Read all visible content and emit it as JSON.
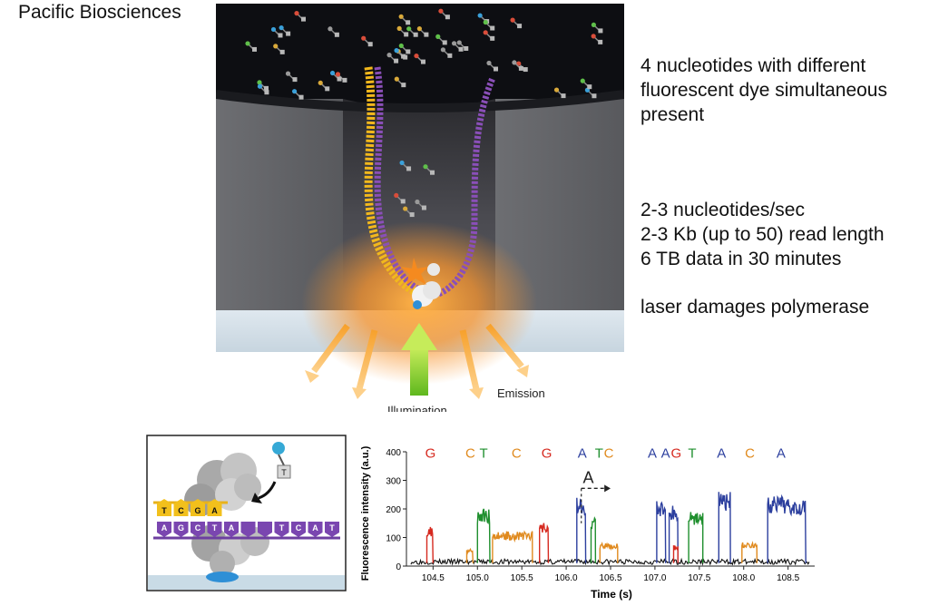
{
  "heading": "Pacific Biosciences",
  "notes": {
    "nucleotides": [
      "4 nucleotides with different",
      "fluorescent dye simultaneous",
      "present"
    ],
    "rates": [
      "2-3 nucleotides/sec",
      "2-3 Kb (up to 50) read length",
      "6 TB data in 30 minutes"
    ],
    "damage": "laser damages polymerase"
  },
  "diagram": {
    "emission_label": "Emission",
    "illumination_label": "Illumination"
  },
  "inset": {
    "template_letters": [
      "A",
      "G",
      "C",
      "T",
      "A",
      "",
      "",
      "T",
      "C",
      "A",
      "T"
    ],
    "primer_letters": [
      "T",
      "C",
      "G",
      "A"
    ],
    "incoming_letter": "T"
  },
  "chart_data": {
    "type": "line",
    "xlabel": "Time (s)",
    "ylabel": "Fluorescence intensity (a.u.)",
    "xlim": [
      104.2,
      108.8
    ],
    "ylim": [
      0,
      400
    ],
    "xticks": [
      "104.5",
      "105.0",
      "105.5",
      "106.0",
      "106.5",
      "107.0",
      "107.5",
      "108.0",
      "108.5"
    ],
    "xtick_values": [
      104.5,
      105.0,
      105.5,
      106.0,
      106.5,
      107.0,
      107.5,
      108.0,
      108.5
    ],
    "yticks": [
      "0",
      "100",
      "200",
      "300",
      "400"
    ],
    "ytick_values": [
      0,
      100,
      200,
      300,
      400
    ],
    "base_colors": {
      "A": "#2c3f9e",
      "C": "#e08a1e",
      "G": "#d62a20",
      "T": "#1f8f2e",
      "baseline": "#111111"
    },
    "base_calls": [
      {
        "base": "G",
        "x": 104.47
      },
      {
        "base": "C",
        "x": 104.92
      },
      {
        "base": "T",
        "x": 105.07
      },
      {
        "base": "C",
        "x": 105.44
      },
      {
        "base": "G",
        "x": 105.78
      },
      {
        "base": "A",
        "x": 106.18
      },
      {
        "base": "T",
        "x": 106.37
      },
      {
        "base": "C",
        "x": 106.48
      },
      {
        "base": "A",
        "x": 106.97
      },
      {
        "base": "A",
        "x": 107.12
      },
      {
        "base": "G",
        "x": 107.24
      },
      {
        "base": "T",
        "x": 107.42
      },
      {
        "base": "A",
        "x": 107.75
      },
      {
        "base": "C",
        "x": 108.07
      },
      {
        "base": "A",
        "x": 108.42
      }
    ],
    "pulses": [
      {
        "base": "G",
        "start": 104.43,
        "end": 104.5,
        "height": 130
      },
      {
        "base": "C",
        "start": 104.88,
        "end": 104.95,
        "height": 60
      },
      {
        "base": "T",
        "start": 105.0,
        "end": 105.14,
        "height": 190
      },
      {
        "base": "C",
        "start": 105.17,
        "end": 105.62,
        "height": 115
      },
      {
        "base": "G",
        "start": 105.7,
        "end": 105.8,
        "height": 150
      },
      {
        "base": "A",
        "start": 106.12,
        "end": 106.22,
        "height": 230
      },
      {
        "base": "T",
        "start": 106.28,
        "end": 106.33,
        "height": 160
      },
      {
        "base": "C",
        "start": 106.38,
        "end": 106.58,
        "height": 75
      },
      {
        "base": "A",
        "start": 107.02,
        "end": 107.12,
        "height": 215
      },
      {
        "base": "A",
        "start": 107.16,
        "end": 107.26,
        "height": 200
      },
      {
        "base": "G",
        "start": 107.21,
        "end": 107.26,
        "height": 70
      },
      {
        "base": "T",
        "start": 107.38,
        "end": 107.54,
        "height": 185
      },
      {
        "base": "A",
        "start": 107.72,
        "end": 107.85,
        "height": 245
      },
      {
        "base": "C",
        "start": 107.98,
        "end": 108.15,
        "height": 80
      },
      {
        "base": "A",
        "start": 108.27,
        "end": 108.7,
        "height": 230
      }
    ],
    "annotation": {
      "text": "A",
      "x": 106.25
    }
  }
}
